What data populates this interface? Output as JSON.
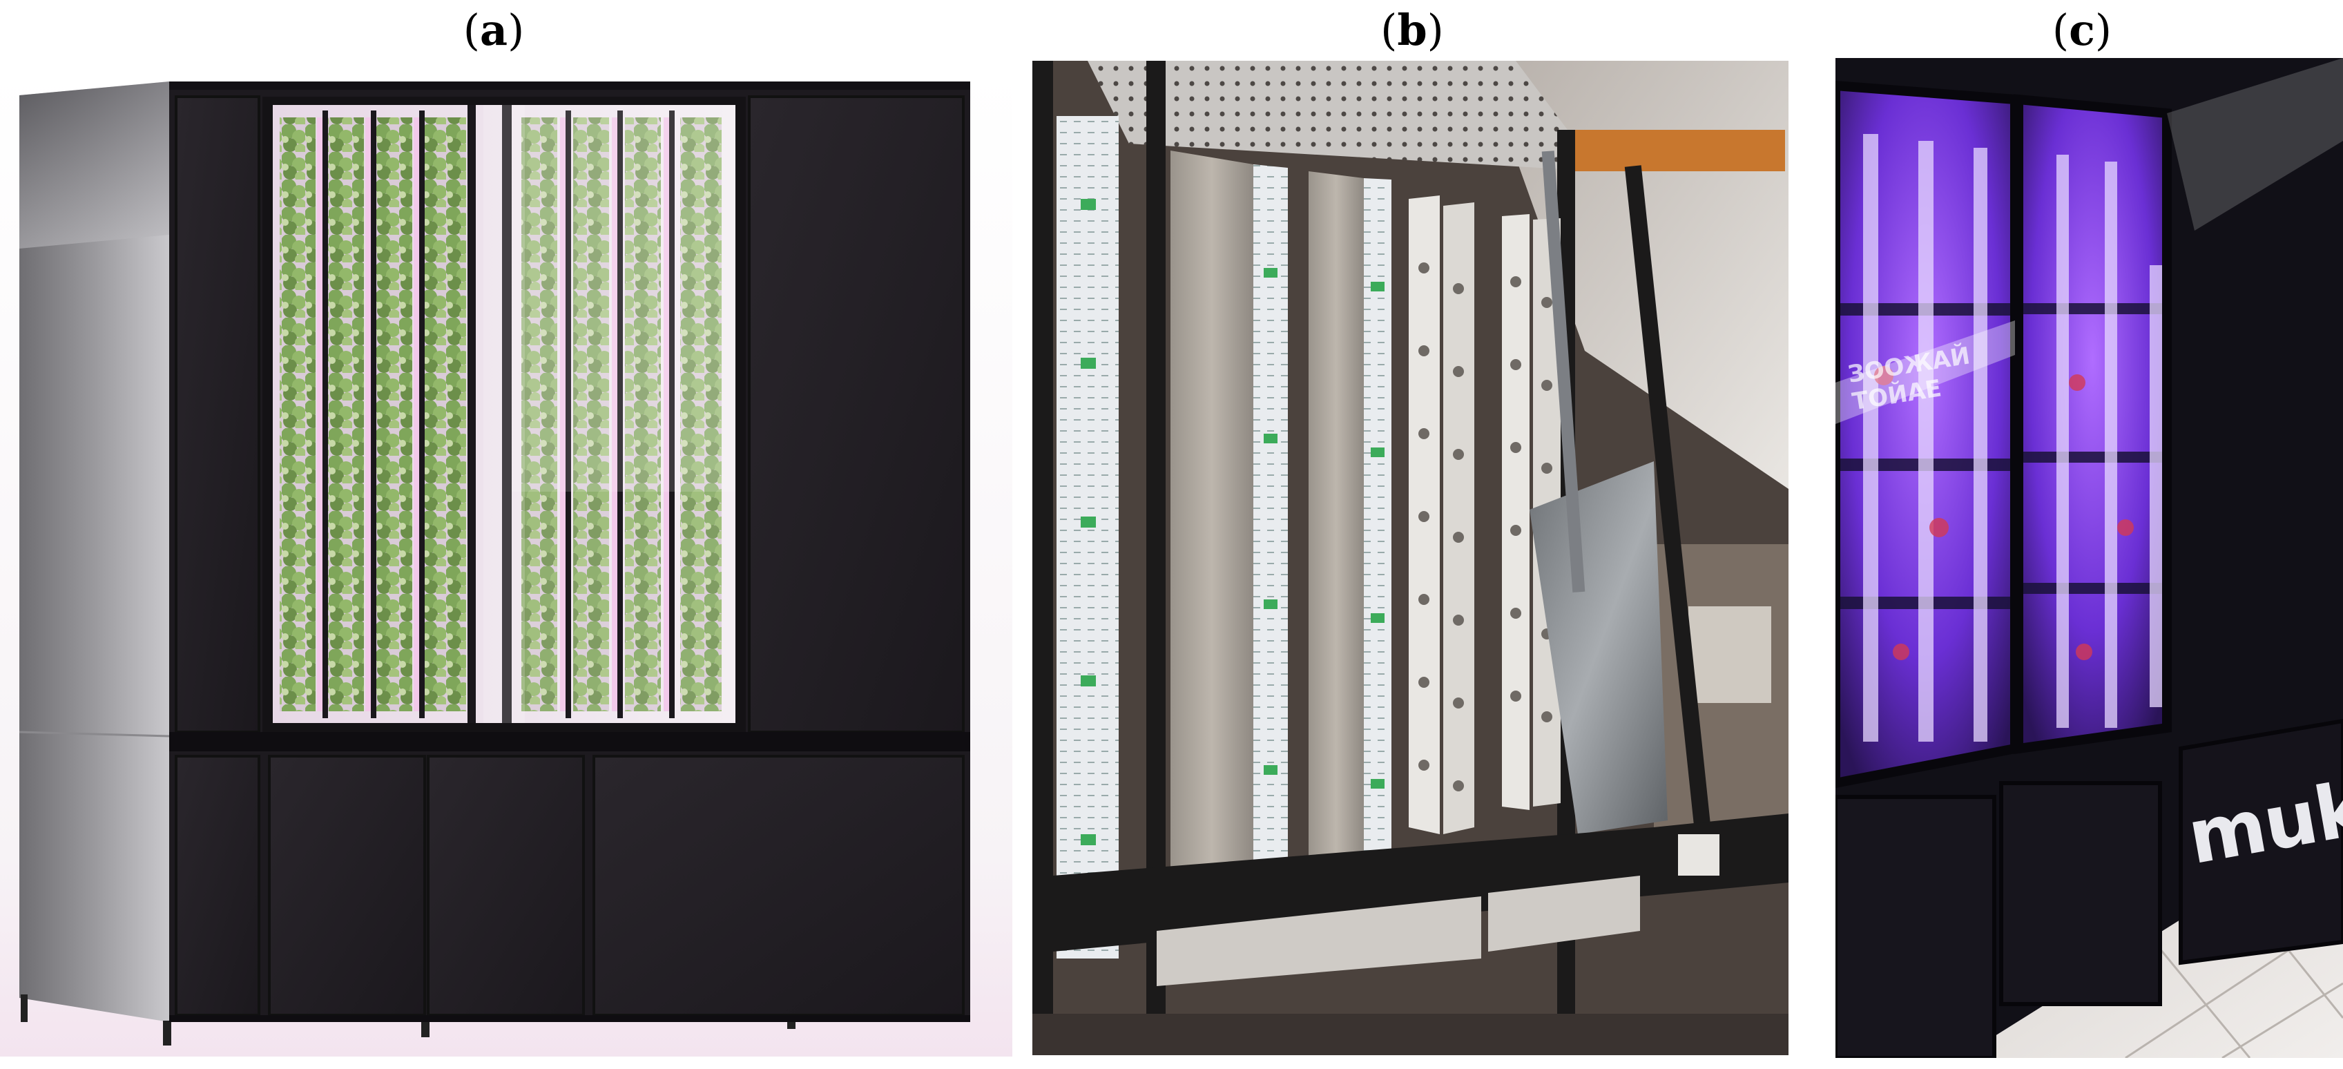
{
  "labels": {
    "a": {
      "open": "(",
      "letter": "a",
      "close": ")"
    },
    "b": {
      "open": "(",
      "letter": "b",
      "close": ")"
    },
    "c": {
      "open": "(",
      "letter": "c",
      "close": ")"
    }
  },
  "panel_c": {
    "brand_text": "muke",
    "sign_text": "ЗООЖАЙ ТОЙАЕ"
  },
  "colors": {
    "cabinet_black": "#1a171c",
    "plant_green": "#7da85a",
    "grow_light_purple": "#9b5cff",
    "led_strip_white": "#e9ecef",
    "foil_silver": "#8e9296"
  }
}
